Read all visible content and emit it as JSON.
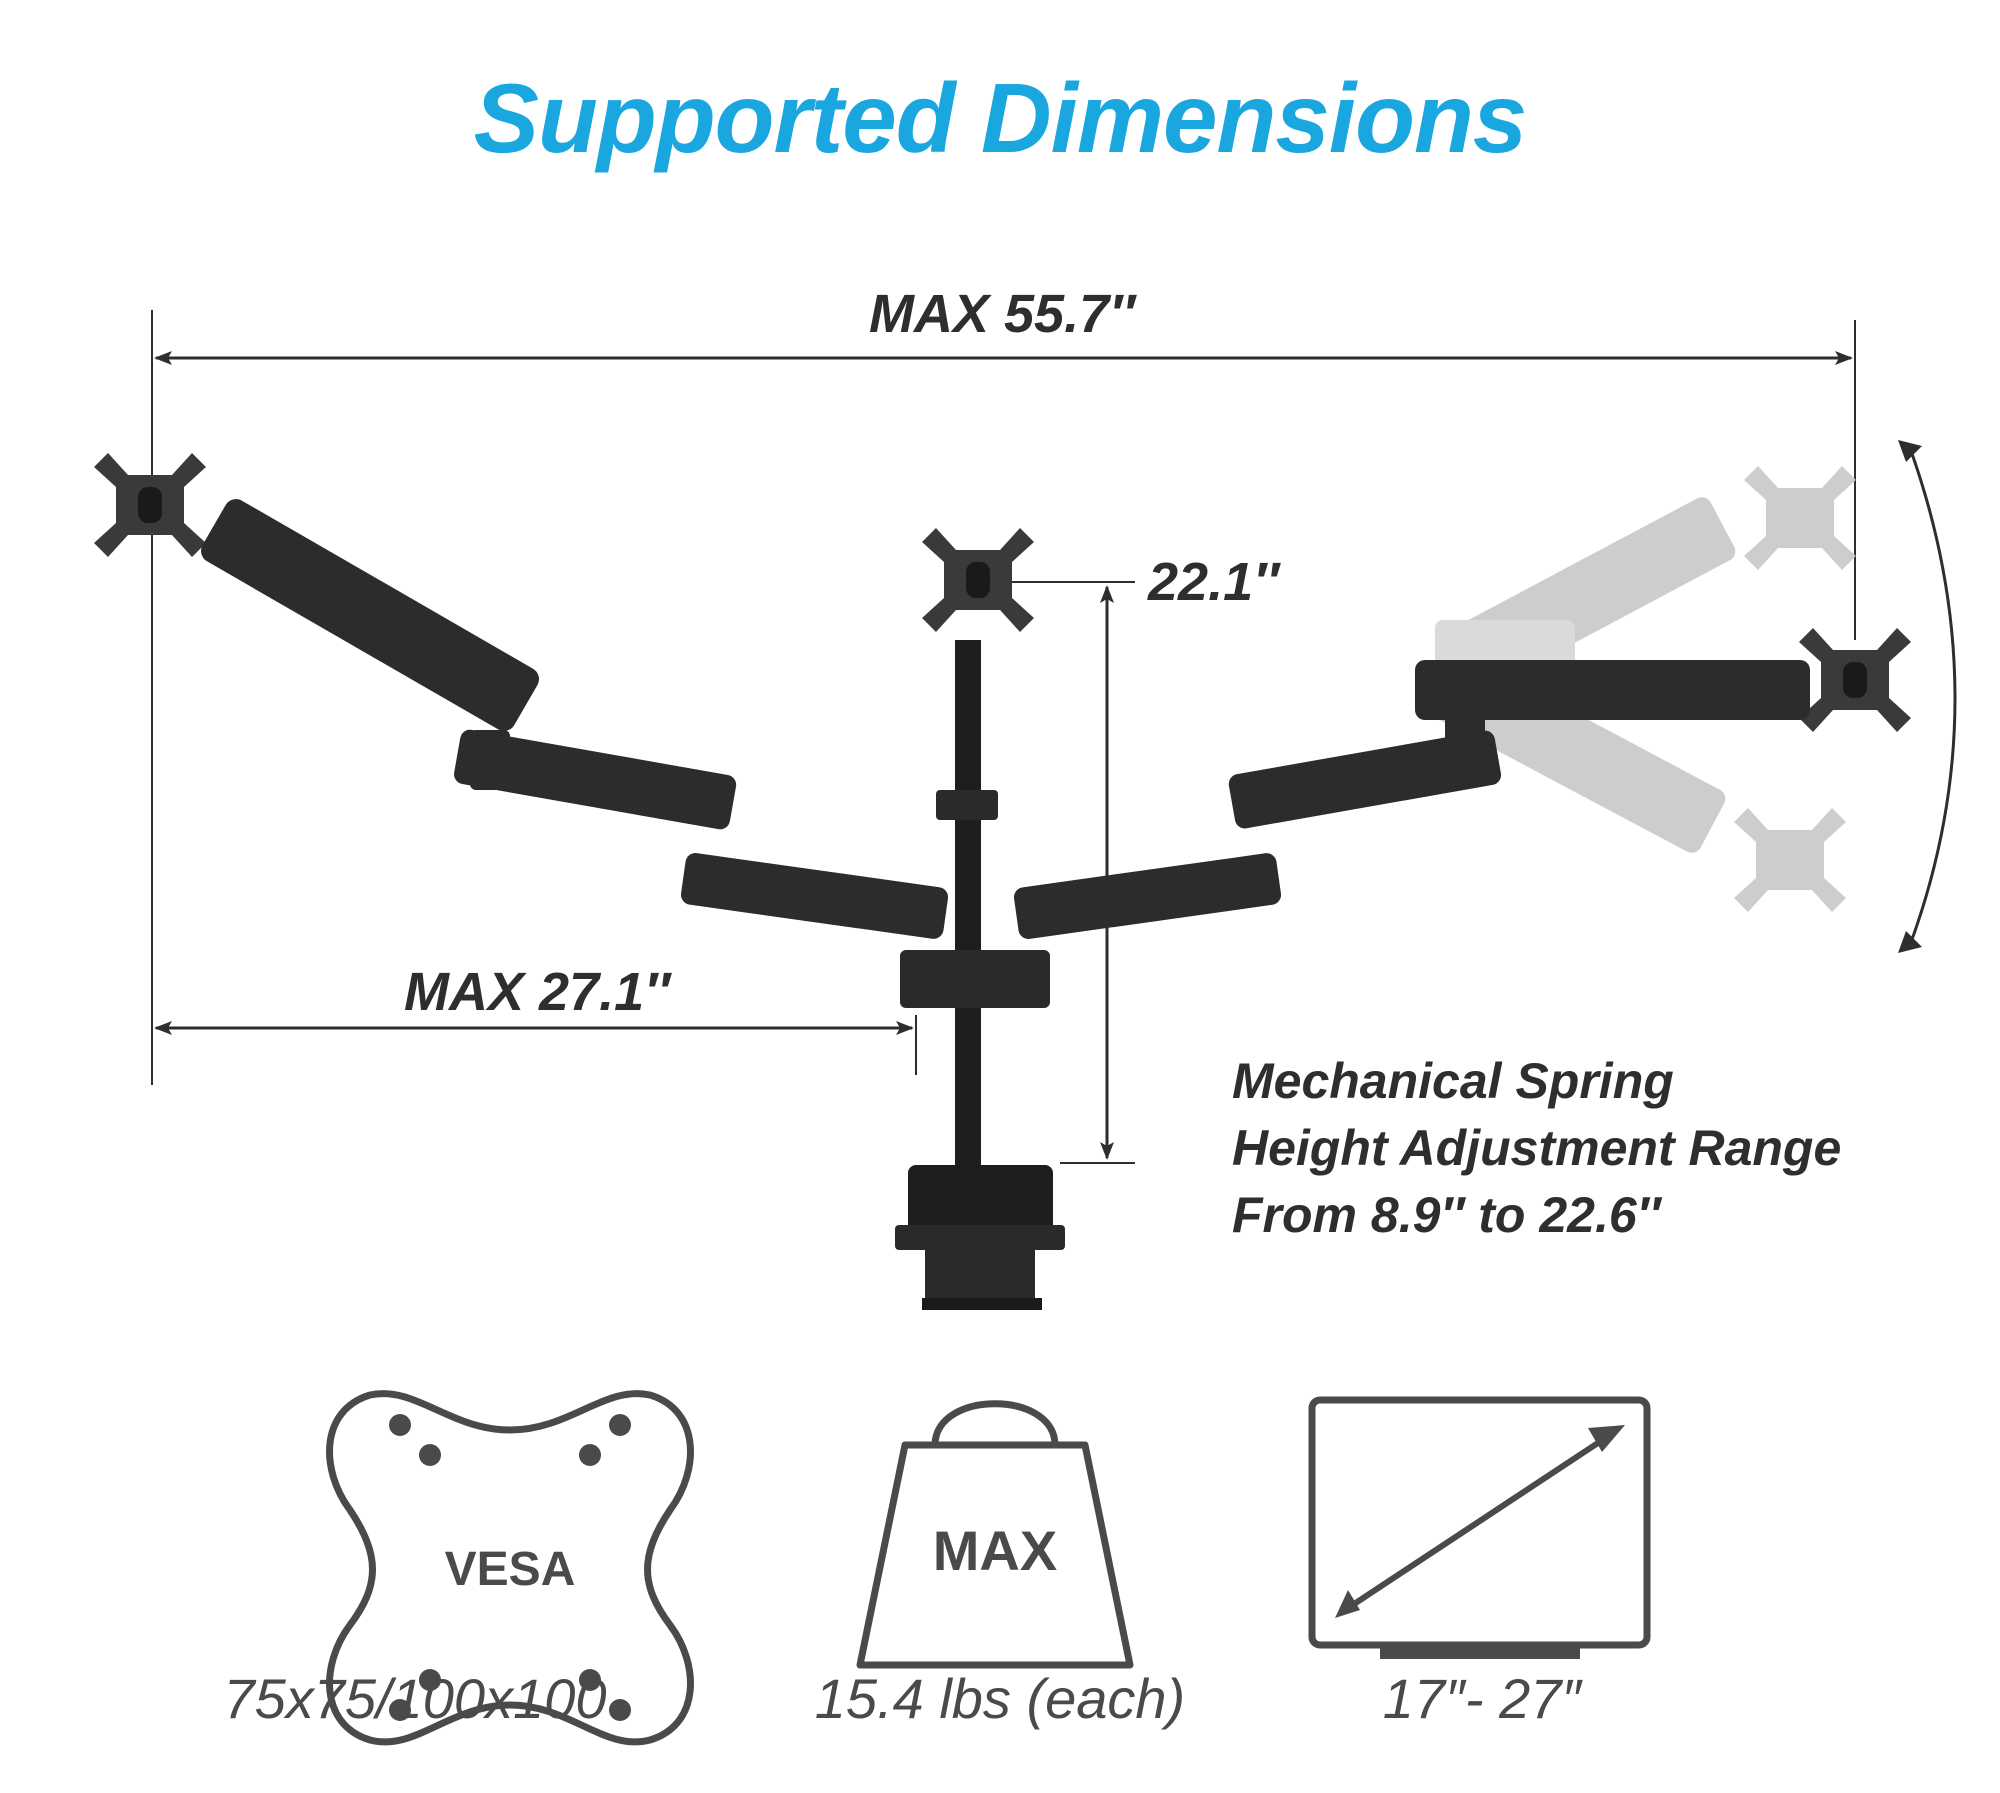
{
  "title": "Supported Dimensions",
  "dimensions": {
    "total_width": "MAX 55.7″",
    "arm_reach": "MAX 27.1″",
    "pole_height": "22.1″"
  },
  "spring_note": {
    "line1": "Mechanical Spring",
    "line2": "Height Adjustment Range",
    "line3": "From 8.9″ to 22.6″"
  },
  "icons": {
    "vesa": {
      "word": "VESA",
      "label": "75x75/100x100"
    },
    "weight": {
      "word": "MAX",
      "label": "15.4 lbs (each)"
    },
    "screen": {
      "label": "17″- 27″"
    }
  },
  "colors": {
    "title": "#1aa7df",
    "arm": "#2a2a2a",
    "ghost": "#c4c4c4",
    "icon": "#4a4a4a"
  }
}
